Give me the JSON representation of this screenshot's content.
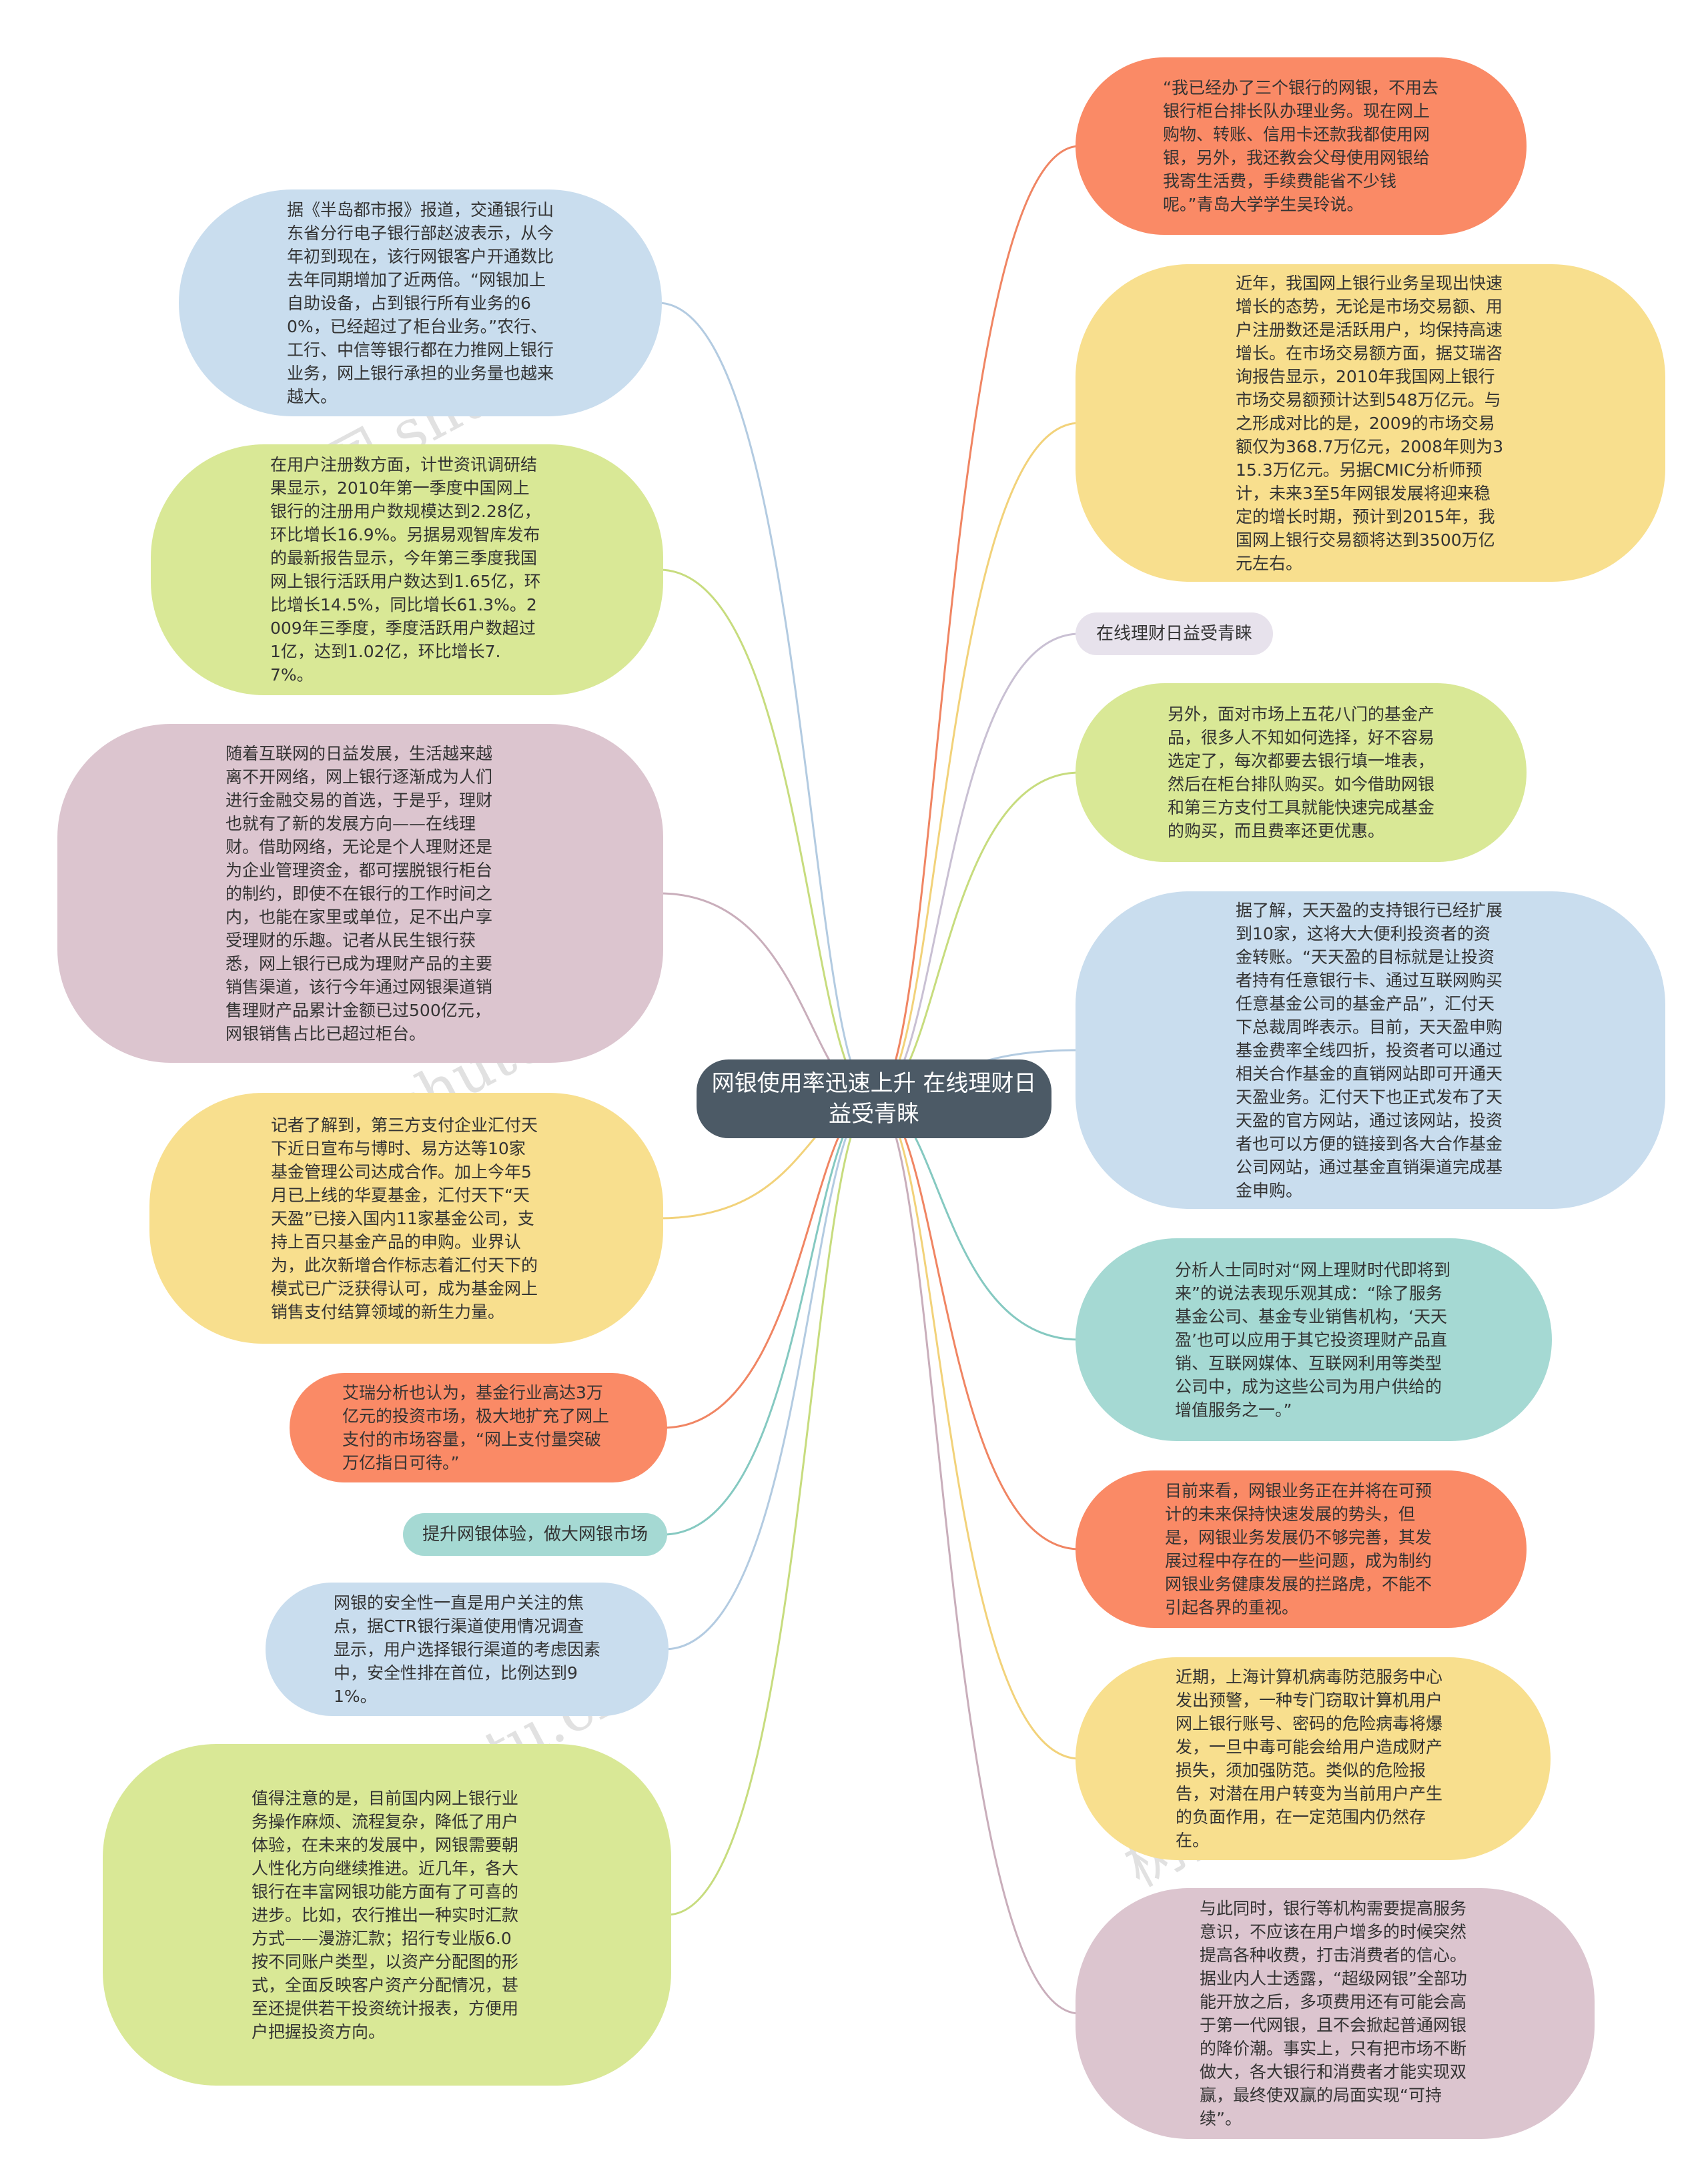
{
  "center": {
    "label": "网银使用率迅速上升 在线理财日益受青睐",
    "color": "#4c5a66"
  },
  "watermark": "树图 shutu.cn",
  "colors": {
    "orange": "#fa8a66",
    "yellow": "#f8df8e",
    "lavender": "#e7e2ec",
    "green": "#d9e896",
    "blue": "#c9ddee",
    "teal": "#a5d9d3",
    "mauve": "#dcc5cf"
  },
  "left_nodes": [
    {
      "id": "L1",
      "color": "blue",
      "text": "据《半岛都市报》报道，交通银行山东省分行电子银行部赵波表示，从今年初到现在，该行网银客户开通数比去年同期增加了近两倍。“网银加上自助设备，占到银行所有业务的60%，已经超过了柜台业务。”农行、工行、中信等银行都在力推网上银行业务，网上银行承担的业务量也越来越大。"
    },
    {
      "id": "L2",
      "color": "green",
      "text": "在用户注册数方面，计世资讯调研结果显示，2010年第一季度中国网上银行的注册用户数规模达到2.28亿，环比增长16.9%。另据易观智库发布的最新报告显示，今年第三季度我国网上银行活跃用户数达到1.65亿，环比增长14.5%，同比增长61.3%。2009年三季度，季度活跃用户数超过1亿，达到1.02亿，环比增长7.7%。"
    },
    {
      "id": "L3",
      "color": "mauve",
      "text": "随着互联网的日益发展，生活越来越离不开网络，网上银行逐渐成为人们进行金融交易的首选，于是乎，理财也就有了新的发展方向——在线理财。借助网络，无论是个人理财还是为企业管理资金，都可摆脱银行柜台的制约，即使不在银行的工作时间之内，也能在家里或单位，足不出户享受理财的乐趣。记者从民生银行获悉，网上银行已成为理财产品的主要销售渠道，该行今年通过网银渠道销售理财产品累计金额已过500亿元，网银销售占比已超过柜台。"
    },
    {
      "id": "L4",
      "color": "yellow",
      "text": "记者了解到，第三方支付企业汇付天下近日宣布与博时、易方达等10家基金管理公司达成合作。加上今年5月已上线的华夏基金，汇付天下“天天盈”已接入国内11家基金公司，支持上百只基金产品的申购。业界认为，此次新增合作标志着汇付天下的模式已广泛获得认可，成为基金网上销售支付结算领域的新生力量。"
    },
    {
      "id": "L5",
      "color": "orange",
      "text": "艾瑞分析也认为，基金行业高达3万亿元的投资市场，极大地扩充了网上支付的市场容量，“网上支付量突破万亿指日可待。”"
    },
    {
      "id": "L6",
      "color": "teal",
      "pill": true,
      "text": "提升网银体验，做大网银市场"
    },
    {
      "id": "L7",
      "color": "blue",
      "text": "网银的安全性一直是用户关注的焦点，据CTR银行渠道使用情况调查显示，用户选择银行渠道的考虑因素中，安全性排在首位，比例达到91%。"
    },
    {
      "id": "L8",
      "color": "green",
      "text": "值得注意的是，目前国内网上银行业务操作麻烦、流程复杂，降低了用户体验，在未来的发展中，网银需要朝人性化方向继续推进。近几年，各大银行在丰富网银功能方面有了可喜的进步。比如，农行推出一种实时汇款方式——漫游汇款；招行专业版6.0按不同账户类型，以资产分配图的形式，全面反映客户资产分配情况，甚至还提供若干投资统计报表，方便用户把握投资方向。"
    }
  ],
  "right_nodes": [
    {
      "id": "R1",
      "color": "orange",
      "text": "“我已经办了三个银行的网银，不用去银行柜台排长队办理业务。现在网上购物、转账、信用卡还款我都使用网银，另外，我还教会父母使用网银给我寄生活费，手续费能省不少钱呢。”青岛大学学生吴玲说。"
    },
    {
      "id": "R2",
      "color": "yellow",
      "text": "近年，我国网上银行业务呈现出快速增长的态势，无论是市场交易额、用户注册数还是活跃用户，均保持高速增长。在市场交易额方面，据艾瑞咨询报告显示，2010年我国网上银行市场交易额预计达到548万亿元。与之形成对比的是，2009的市场交易额仅为368.7万亿元，2008年则为315.3万亿元。另据CMIC分析师预计，未来3至5年网银发展将迎来稳定的增长时期，预计到2015年，我国网上银行交易额将达到3500万亿元左右。"
    },
    {
      "id": "R3",
      "color": "lavender",
      "pill": true,
      "text": "在线理财日益受青睐"
    },
    {
      "id": "R4",
      "color": "green",
      "text": "另外，面对市场上五花八门的基金产品，很多人不知如何选择，好不容易选定了，每次都要去银行填一堆表，然后在柜台排队购买。如今借助网银和第三方支付工具就能快速完成基金的购买，而且费率还更优惠。"
    },
    {
      "id": "R5",
      "color": "blue",
      "text": "据了解，天天盈的支持银行已经扩展到10家，这将大大便利投资者的资金转账。“天天盈的目标就是让投资者持有任意银行卡、通过互联网购买任意基金公司的基金产品”，汇付天下总裁周晔表示。目前，天天盈申购基金费率全线四折，投资者可以通过相关合作基金的直销网站即可开通天天盈业务。汇付天下也正式发布了天天盈的官方网站，通过该网站，投资者也可以方便的链接到各大合作基金公司网站，通过基金直销渠道完成基金申购。"
    },
    {
      "id": "R6",
      "color": "teal",
      "text": "分析人士同时对“网上理财时代即将到来”的说法表现乐观其成：“除了服务基金公司、基金专业销售机构，‘天天盈’也可以应用于其它投资理财产品直销、互联网媒体、互联网利用等类型公司中，成为这些公司为用户供给的增值服务之一。”"
    },
    {
      "id": "R7",
      "color": "orange",
      "text": "目前来看，网银业务正在并将在可预计的未来保持快速发展的势头，但是，网银业务发展仍不够完善，其发展过程中存在的一些问题，成为制约网银业务健康发展的拦路虎，不能不引起各界的重视。"
    },
    {
      "id": "R8",
      "color": "yellow",
      "text": "近期，上海计算机病毒防范服务中心发出预警，一种专门窃取计算机用户网上银行账号、密码的危险病毒将爆发，一旦中毒可能会给用户造成财产损失，须加强防范。类似的危险报告，对潜在用户转变为当前用户产生的负面作用，在一定范围内仍然存在。"
    },
    {
      "id": "R9",
      "color": "mauve",
      "text": "与此同时，银行等机构需要提高服务意识，不应该在用户增多的时候突然提高各种收费，打击消费者的信心。据业内人士透露，“超级网银”全部功能开放之后，多项费用还有可能会高于第一代网银，且不会掀起普通网银的降价潮。事实上，只有把市场不断做大，各大银行和消费者才能实现双赢，最终使双赢的局面实现“可持续”。"
    }
  ]
}
